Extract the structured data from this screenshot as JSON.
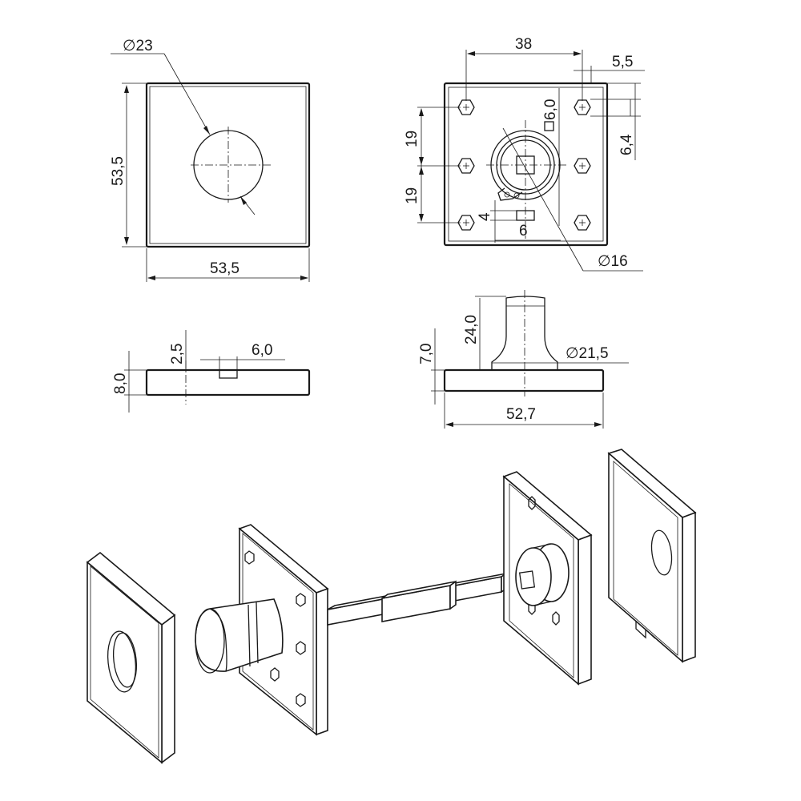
{
  "dimensions": {
    "rose_hole_diameter": "∅23",
    "rose_height": "53,5",
    "rose_width": "53,5",
    "hole_spacing_x": "38",
    "hole_offset_x": "5,5",
    "hole_offset_y": "6,0",
    "hole_offset_y2": "6,4",
    "hole_spacing_y_top": "19",
    "hole_spacing_y_bottom": "19",
    "slot_height": "4",
    "slot_width": "6",
    "spindle_diameter": "∅16",
    "side_recess_depth": "2,5",
    "side_recess_width": "6,0",
    "side_thickness": "8,0",
    "stem_height": "24,0",
    "base_height": "7,0",
    "collar_diameter": "∅21,5",
    "base_width": "52,7"
  }
}
